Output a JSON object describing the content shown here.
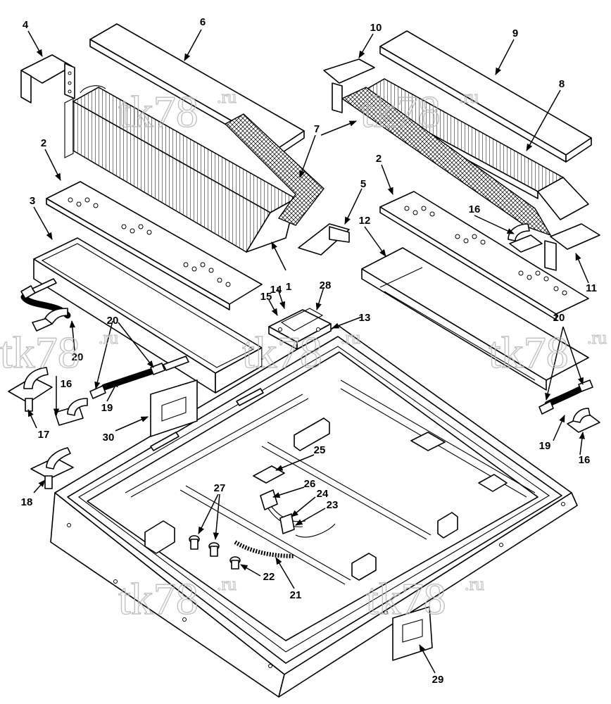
{
  "watermark": {
    "main": "tk78",
    "suffix": ".ru"
  },
  "callouts": [
    {
      "id": "c1",
      "label": "1"
    },
    {
      "id": "c2a",
      "label": "2"
    },
    {
      "id": "c2b",
      "label": "2"
    },
    {
      "id": "c3",
      "label": "3"
    },
    {
      "id": "c4",
      "label": "4"
    },
    {
      "id": "c5",
      "label": "5"
    },
    {
      "id": "c6",
      "label": "6"
    },
    {
      "id": "c7",
      "label": "7"
    },
    {
      "id": "c8",
      "label": "8"
    },
    {
      "id": "c9",
      "label": "9"
    },
    {
      "id": "c10",
      "label": "10"
    },
    {
      "id": "c11",
      "label": "11"
    },
    {
      "id": "c12",
      "label": "12"
    },
    {
      "id": "c13",
      "label": "13"
    },
    {
      "id": "c14",
      "label": "14"
    },
    {
      "id": "c15",
      "label": "15"
    },
    {
      "id": "c16a",
      "label": "16"
    },
    {
      "id": "c16b",
      "label": "16"
    },
    {
      "id": "c16c",
      "label": "16"
    },
    {
      "id": "c17",
      "label": "17"
    },
    {
      "id": "c18",
      "label": "18"
    },
    {
      "id": "c19a",
      "label": "19"
    },
    {
      "id": "c19b",
      "label": "19"
    },
    {
      "id": "c20a",
      "label": "20"
    },
    {
      "id": "c20b",
      "label": "20"
    },
    {
      "id": "c20c",
      "label": "20"
    },
    {
      "id": "c21",
      "label": "21"
    },
    {
      "id": "c22",
      "label": "22"
    },
    {
      "id": "c23",
      "label": "23"
    },
    {
      "id": "c24",
      "label": "24"
    },
    {
      "id": "c25",
      "label": "25"
    },
    {
      "id": "c26",
      "label": "26"
    },
    {
      "id": "c27",
      "label": "27"
    },
    {
      "id": "c28",
      "label": "28"
    },
    {
      "id": "c29",
      "label": "29"
    },
    {
      "id": "c30",
      "label": "30"
    }
  ]
}
